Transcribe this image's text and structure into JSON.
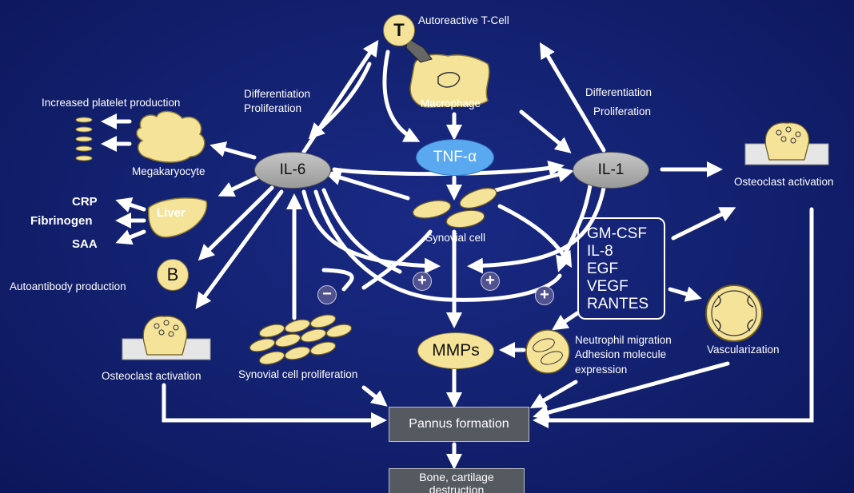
{
  "nodes": {
    "t_cell": "Autoreactive T-Cell",
    "t_letter": "T",
    "macrophage": "Macrophage",
    "tnf": "TNF-α",
    "il6": "IL-6",
    "il1": "IL-1",
    "synovial_cell": "Synovial cell",
    "diff_left_1": "Differentiation",
    "diff_left_2": "Proliferation",
    "diff_right_1": "Differentiation",
    "diff_right_2": "Proliferation",
    "platelet": "Increased platelet production",
    "megakaryocyte": "Megakaryocyte",
    "crp": "CRP",
    "fibrinogen": "Fibrinogen",
    "saa": "SAA",
    "liver": "Liver",
    "b_letter": "B",
    "autoantibody": "Autoantibody production",
    "osteoclast_left": "Osteoclast activation",
    "osteoclast_right": "Osteoclast activation",
    "synovial_prolif": "Synovial cell proliferation",
    "cytokines": [
      "GM-CSF",
      "IL-8",
      "EGF",
      "VEGF",
      "RANTES"
    ],
    "mmps": "MMPs",
    "neutrophil_1": "Neutrophil migration",
    "neutrophil_2": "Adhesion molecule",
    "neutrophil_3": "expression",
    "vascularization": "Vascularization",
    "pannus": "Pannus formation",
    "bone_1": "Bone, cartilage",
    "bone_2": "destruction",
    "plus": "+",
    "minus": "−"
  },
  "colors": {
    "background": "#12206e",
    "cell_fill": "#f6e39a",
    "tnf_fill": "#5aa9f0",
    "il_fill": "#b4b4b4",
    "box_fill": "#555a60",
    "arrow": "#ffffff"
  }
}
